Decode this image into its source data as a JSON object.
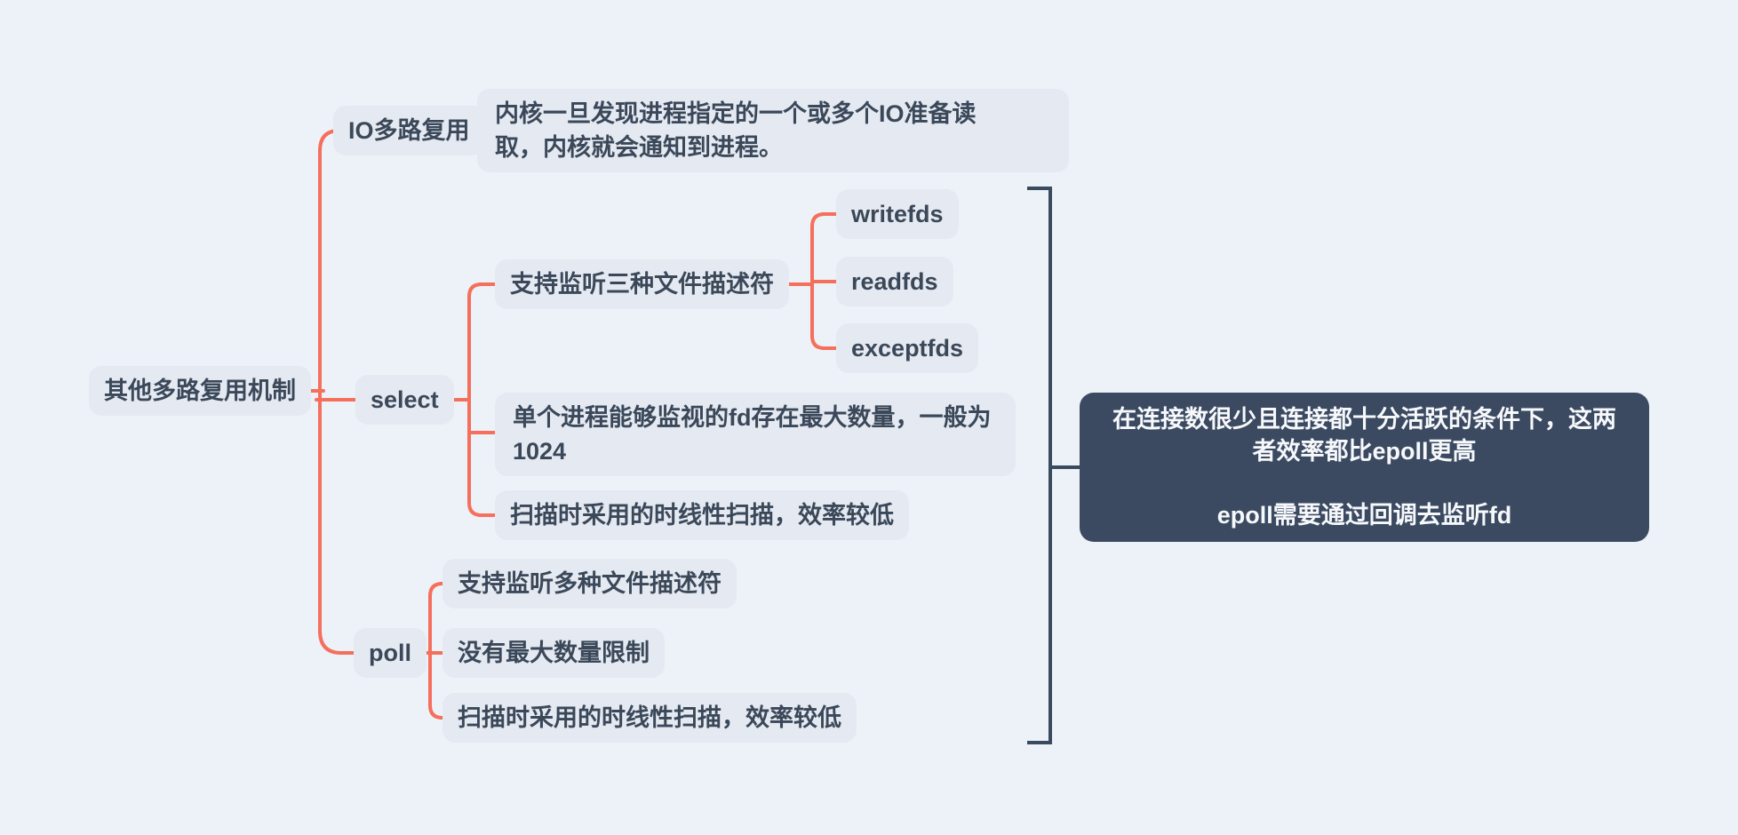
{
  "colors": {
    "background": "#edf1f8",
    "node_fill": "#e5eaf2",
    "node_text": "#3b4859",
    "connector": "#f5705c",
    "bracket": "#3a4a5f",
    "summary_fill": "#3b4a61",
    "summary_text": "#f6f8fb"
  },
  "nodes": {
    "root": {
      "label": "其他多路复用机制"
    },
    "io": {
      "label": "IO多路复用"
    },
    "io_desc": {
      "label": "内核一旦发现进程指定的一个或多个IO准备读\n取，内核就会通知到进程。"
    },
    "select": {
      "label": "select"
    },
    "select_fds": {
      "label": "支持监听三种文件描述符"
    },
    "writefds": {
      "label": "writefds"
    },
    "readfds": {
      "label": "readfds"
    },
    "exceptfds": {
      "label": "exceptfds"
    },
    "select_limit": {
      "label": "单个进程能够监视的fd存在最大数量，一般为\n1024"
    },
    "select_scan": {
      "label": "扫描时采用的时线性扫描，效率较低"
    },
    "poll": {
      "label": "poll"
    },
    "poll_fds": {
      "label": "支持监听多种文件描述符"
    },
    "poll_limit": {
      "label": "没有最大数量限制"
    },
    "poll_scan": {
      "label": "扫描时采用的时线性扫描，效率较低"
    },
    "summary": {
      "label": "在连接数很少且连接都十分活跃的条件下，这两\n者效率都比epoll更高\n\nepoll需要通过回调去监听fd"
    }
  }
}
